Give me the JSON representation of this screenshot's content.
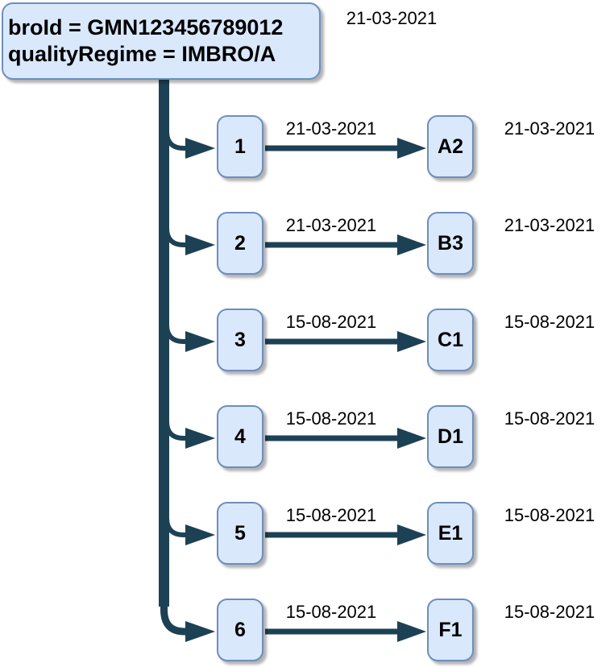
{
  "root": {
    "line1": "broId = GMN123456789012",
    "line2": "qualityRegime = IMBRO/A",
    "date": "21-03-2021"
  },
  "rows": [
    {
      "number": "1",
      "edge_date": "21-03-2021",
      "target": "A2",
      "target_date": "21-03-2021"
    },
    {
      "number": "2",
      "edge_date": "21-03-2021",
      "target": "B3",
      "target_date": "21-03-2021"
    },
    {
      "number": "3",
      "edge_date": "15-08-2021",
      "target": "C1",
      "target_date": "15-08-2021"
    },
    {
      "number": "4",
      "edge_date": "15-08-2021",
      "target": "D1",
      "target_date": "15-08-2021"
    },
    {
      "number": "5",
      "edge_date": "15-08-2021",
      "target": "E1",
      "target_date": "15-08-2021"
    },
    {
      "number": "6",
      "edge_date": "15-08-2021",
      "target": "F1",
      "target_date": "15-08-2021"
    }
  ],
  "colors": {
    "node_fill": "#dae8fc",
    "node_border": "#6c8ebf",
    "connector": "#1d4154",
    "background": "#ffffff",
    "text": "#000000"
  }
}
